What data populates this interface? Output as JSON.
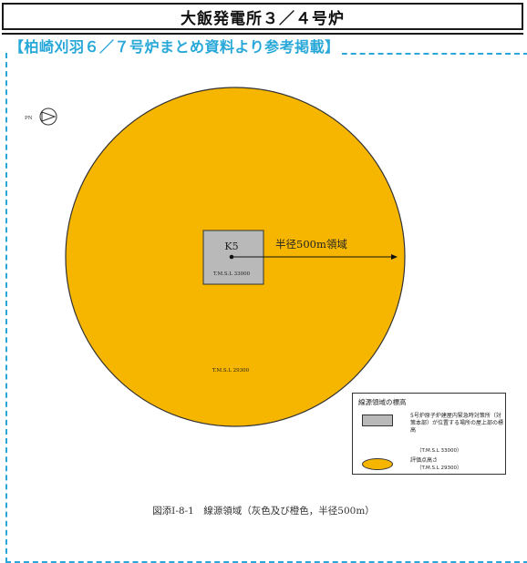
{
  "header": {
    "title": "大飯発電所３／４号炉"
  },
  "reference_label": "【柏崎刈羽６／７号炉まとめ資料より参考掲載】",
  "compass": {
    "label": "PN"
  },
  "figure": {
    "building_label": "K5",
    "building_elevation": "T.M.S.L 33000",
    "radius_label": "半径500m領域",
    "area_elevation": "T.M.S.L 29300",
    "colors": {
      "area": "#f6b600",
      "building": "#b9b9b9"
    }
  },
  "legend": {
    "title": "線源領域の標高",
    "item1_text": "5号炉原子炉建屋内緊急時対策所（対策本部）が位置する場所の屋上部の標高",
    "item1_elevation": "（T.M.S.L 33000）",
    "item2_text": "評価点高さ",
    "item2_elevation": "（T.M.S.L 29300）"
  },
  "caption": "図添Ⅰ-8-1　線源領域（灰色及び橙色，半径500m）"
}
